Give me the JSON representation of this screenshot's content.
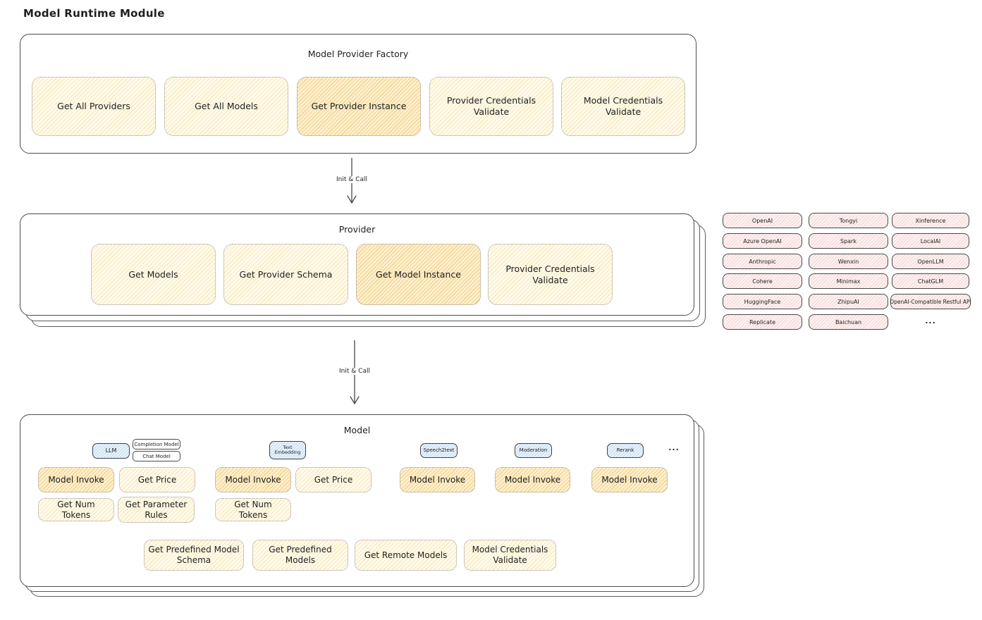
{
  "title": "Model Runtime Module",
  "colors": {
    "highlight_fill": "#f5c161",
    "yellow_fill": "#f3dd98",
    "pink_fill": "#f0b9b9",
    "blue_fill": "#96c3e8",
    "stroke": "#4c4c4c"
  },
  "factory": {
    "title": "Model Provider Factory",
    "buttons": [
      "Get All Providers",
      "Get All Models",
      "Get Provider Instance",
      "Provider Credentials Validate",
      "Model Credentials Validate"
    ]
  },
  "arrow1": {
    "label": "Init & Call"
  },
  "arrow2": {
    "label": "Init & Call"
  },
  "provider": {
    "title": "Provider",
    "buttons": [
      "Get Models",
      "Get Provider Schema",
      "Get Model Instance",
      "Provider Credentials Validate"
    ]
  },
  "grid": {
    "c1": [
      "OpenAI",
      "Azure OpenAI",
      "Anthropic",
      "Cohere",
      "HuggingFace",
      "Replicate"
    ],
    "c2": [
      "Tongyi",
      "Spark",
      "Wenxin",
      "Minimax",
      "ZhipuAI",
      "Baichuan"
    ],
    "c3": [
      "Xinference",
      "LocalAI",
      "OpenLLM",
      "ChatGLM",
      "OpenAI-Compatible Restful API"
    ],
    "more": "..."
  },
  "model": {
    "title": "Model",
    "tags": [
      "LLM",
      "Text Embedding",
      "Speech2text",
      "Moderation",
      "Rerank"
    ],
    "subtags": [
      "Completion Model",
      "Chat Model"
    ],
    "more": "...",
    "buttons": {
      "model_invoke": "Model Invoke",
      "get_price": "Get Price",
      "get_num_tokens": "Get Num Tokens",
      "get_parameter_rules": "Get Parameter Rules",
      "get_predefined_model_schema": "Get Predefined Model Schema",
      "get_predefined_models": "Get Predefined Models",
      "get_remote_models": "Get Remote Models",
      "model_credentials_validate": "Model Credentials Validate"
    }
  }
}
